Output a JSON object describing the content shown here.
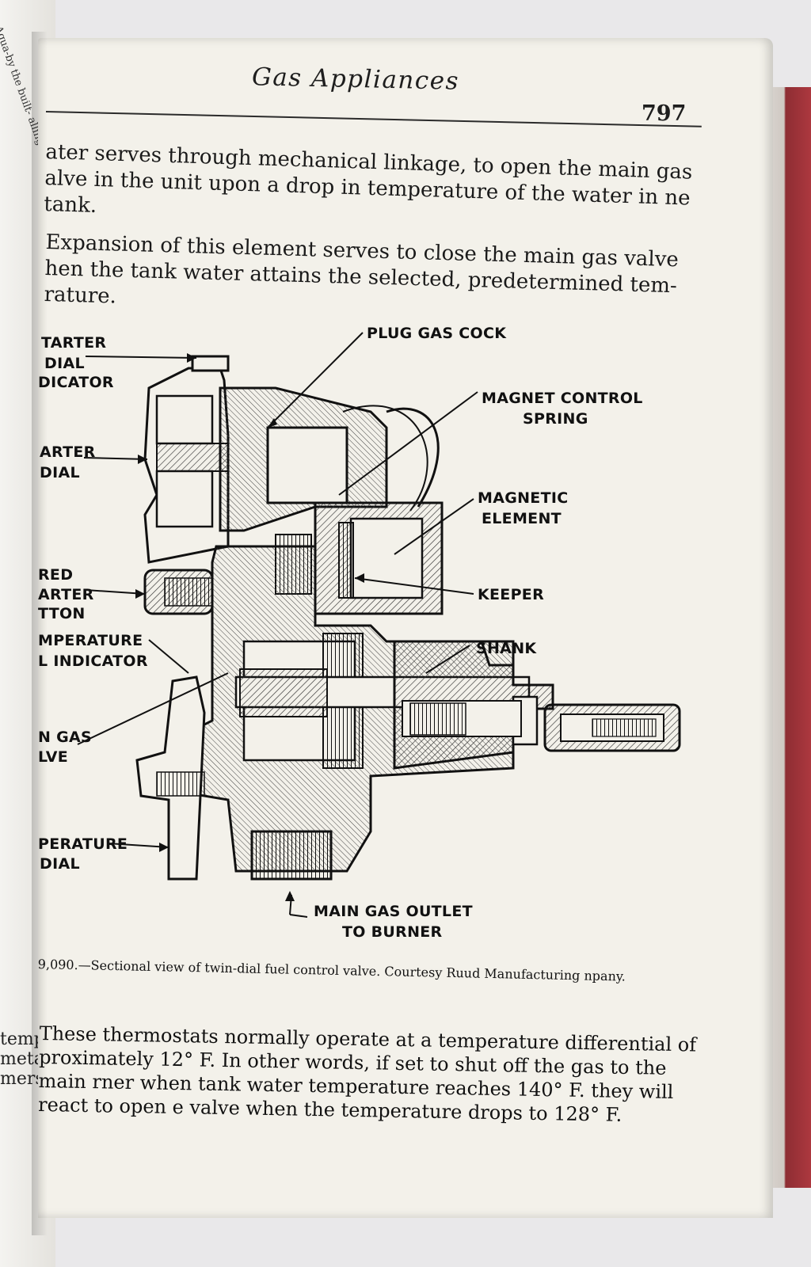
{
  "page": {
    "header_title": "Gas Appliances",
    "page_number": "797",
    "paragraphs": [
      "ater serves through mechanical linkage, to open the main gas alve in the unit upon a drop in temperature of the water in ne tank.",
      "Expansion of this element serves to close the main gas valve hen the tank water attains the selected, predetermined tem- rature."
    ],
    "diagram": {
      "labels": {
        "plug_gas_cock": "PLUG GAS COCK",
        "magnet_control_spring_1": "MAGNET CONTROL",
        "magnet_control_spring_2": "SPRING",
        "magnetic_element_1": "MAGNETIC",
        "magnetic_element_2": "ELEMENT",
        "keeper": "KEEPER",
        "shank": "SHANK",
        "starter_dial_indicator_1": "TARTER",
        "starter_dial_indicator_2": "DIAL",
        "starter_dial_indicator_3": "DICATOR",
        "starter_dial_1": "ARTER",
        "starter_dial_2": "DIAL",
        "red_starter_button_1": "RED",
        "red_starter_button_2": "ARTER",
        "red_starter_button_3": "TTON",
        "temperature_indicator_1": "MPERATURE",
        "temperature_indicator_2": "L INDICATOR",
        "main_gas_valve_1": "N GAS",
        "main_gas_valve_2": "LVE",
        "temperature_dial_1": "PERATURE",
        "temperature_dial_2": "DIAL",
        "main_gas_outlet_1": "MAIN GAS OUTLET",
        "main_gas_outlet_2": "TO BURNER"
      }
    },
    "caption": "9,090.—Sectional view of twin-dial fuel control valve. Courtesy Ruud Manufacturing npany.",
    "body_paragraph": "These thermostats normally operate at a temperature differential of proximately 12° F. In other words, if set to shut off the gas to the main rner when tank water temperature reaches 140° F. they will react to open e valve when the temperature drops to 128° F."
  },
  "left_page": {
    "margin_text": "e Aqua-by the built- alling the ject of the ing of the he slight e thruse of the ing to remove flue of the",
    "bottom_words": [
      "temper",
      "metallic",
      "mersed"
    ]
  }
}
